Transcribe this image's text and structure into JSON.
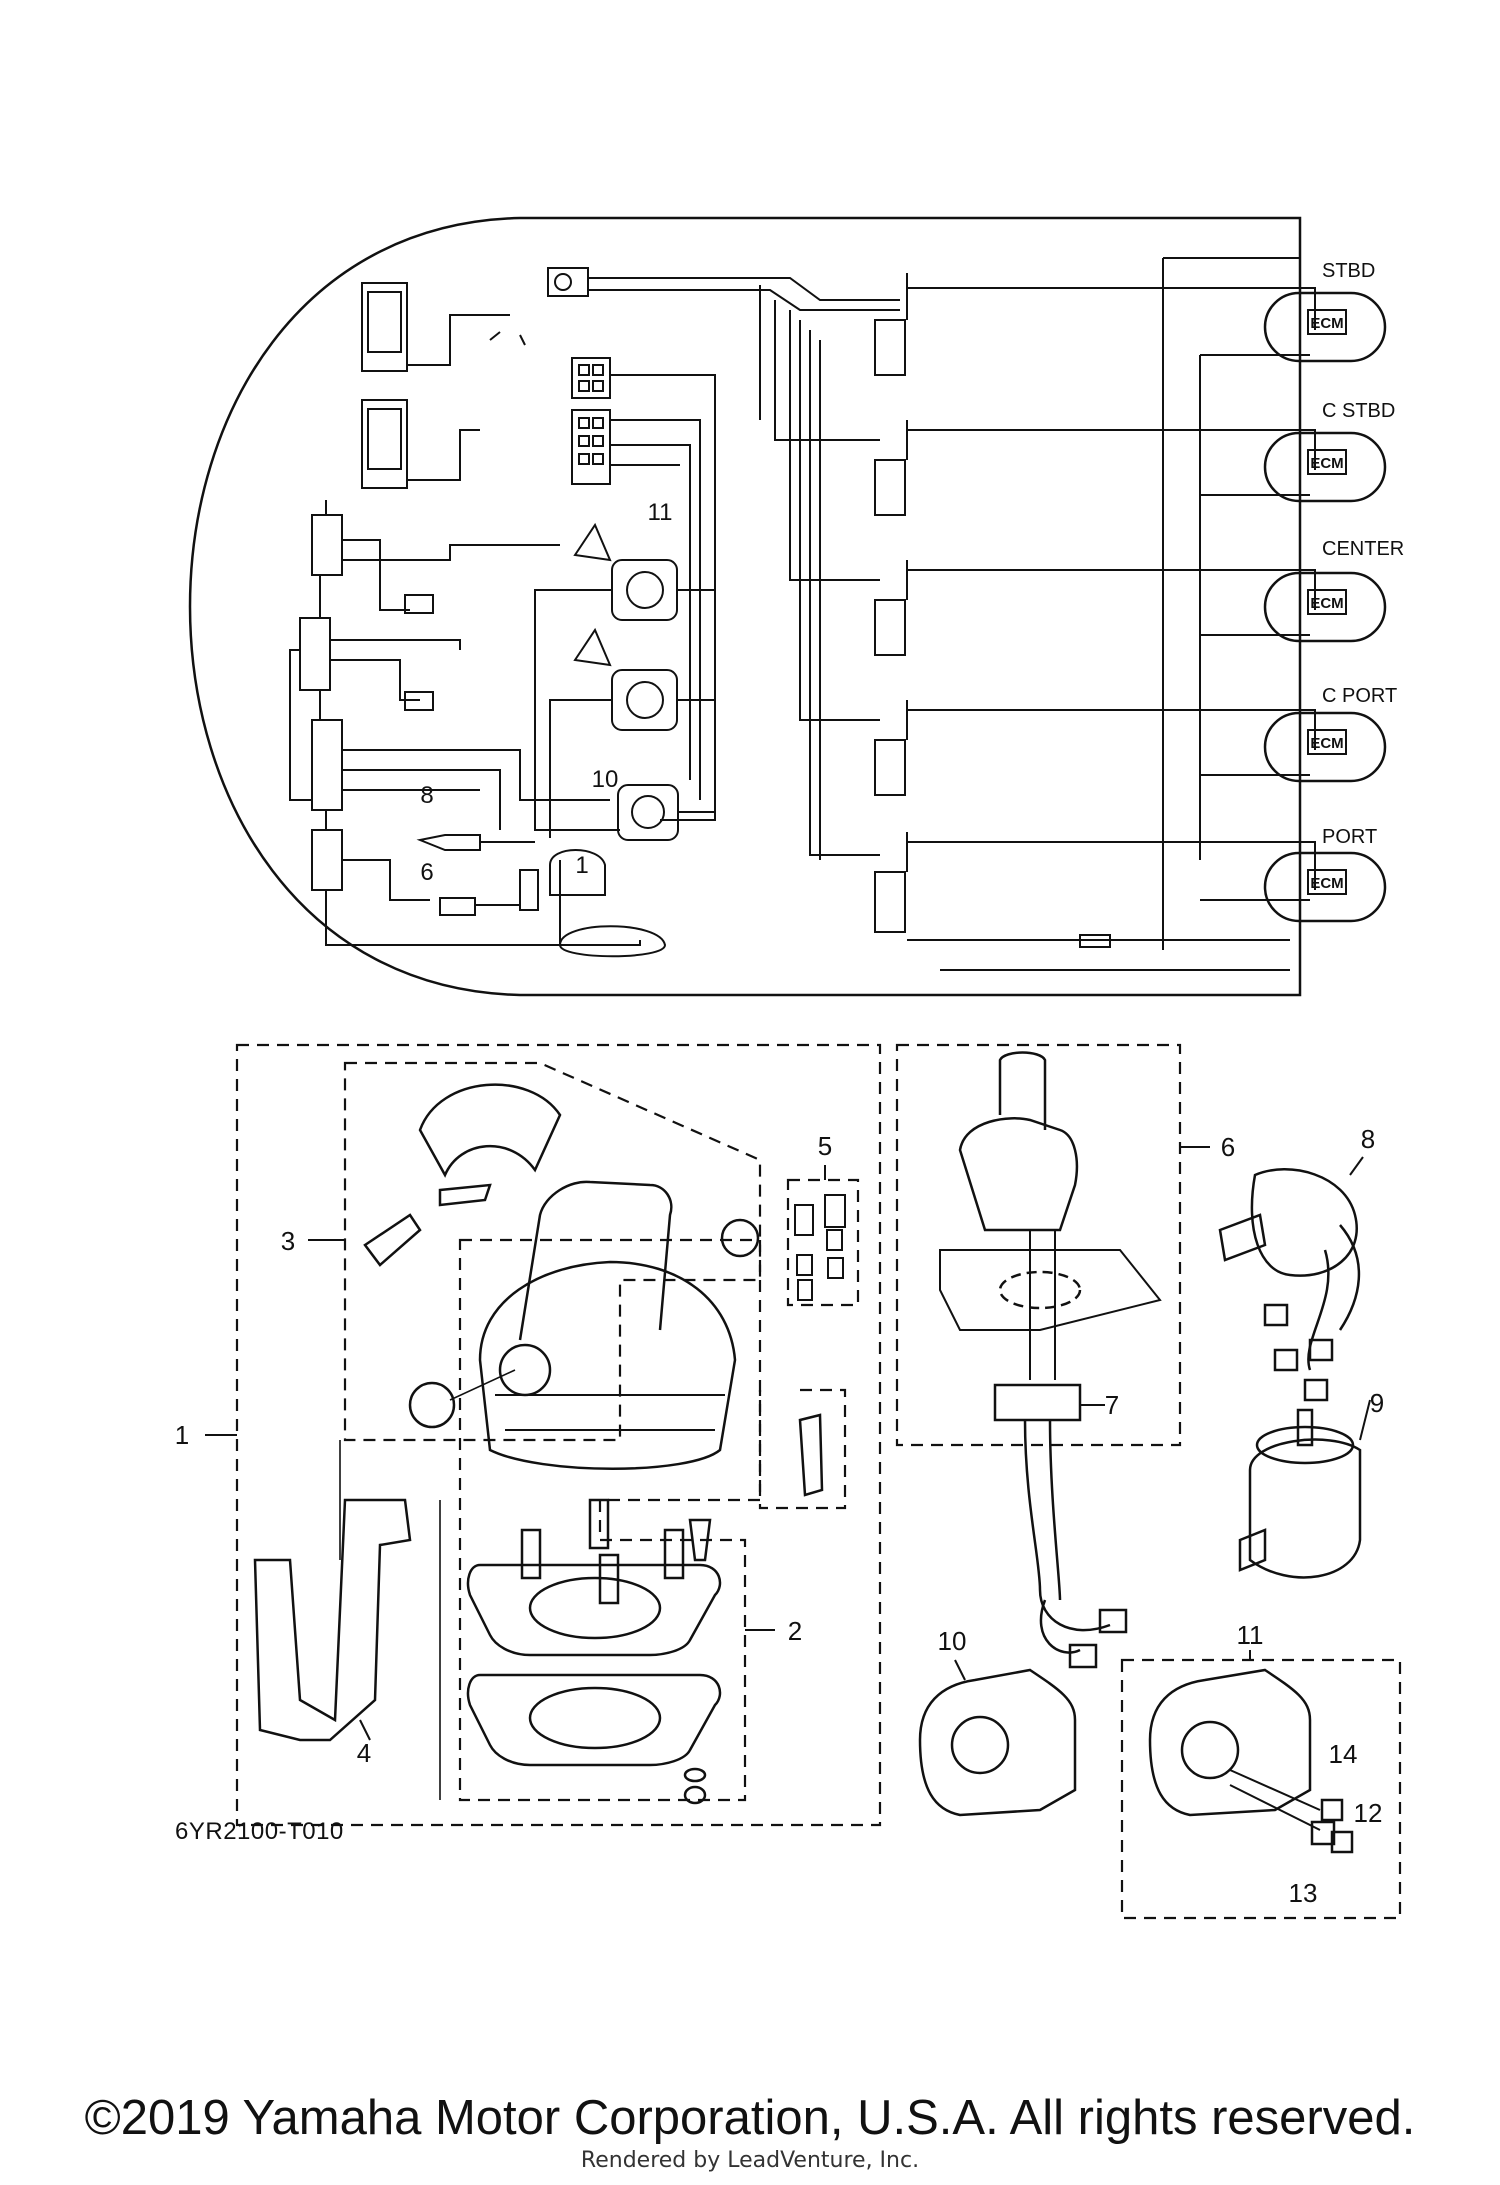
{
  "engine_labels": [
    "STBD",
    "C STBD",
    "CENTER",
    "C PORT",
    "PORT"
  ],
  "ecm_label": "ECM",
  "schematic_callouts": [
    "11",
    "10",
    "8",
    "6",
    "1"
  ],
  "exploded_callouts": [
    "1",
    "2",
    "3",
    "4",
    "5",
    "6",
    "7",
    "8",
    "9",
    "10",
    "11",
    "12",
    "13",
    "14"
  ],
  "part_code": "6YR2100-T010",
  "copyright": "©2019 Yamaha Motor Corporation, U.S.A. All rights reserved.",
  "rendered_by": "Rendered by LeadVenture, Inc.",
  "colors": {
    "line": "#111111",
    "background": "#ffffff"
  }
}
